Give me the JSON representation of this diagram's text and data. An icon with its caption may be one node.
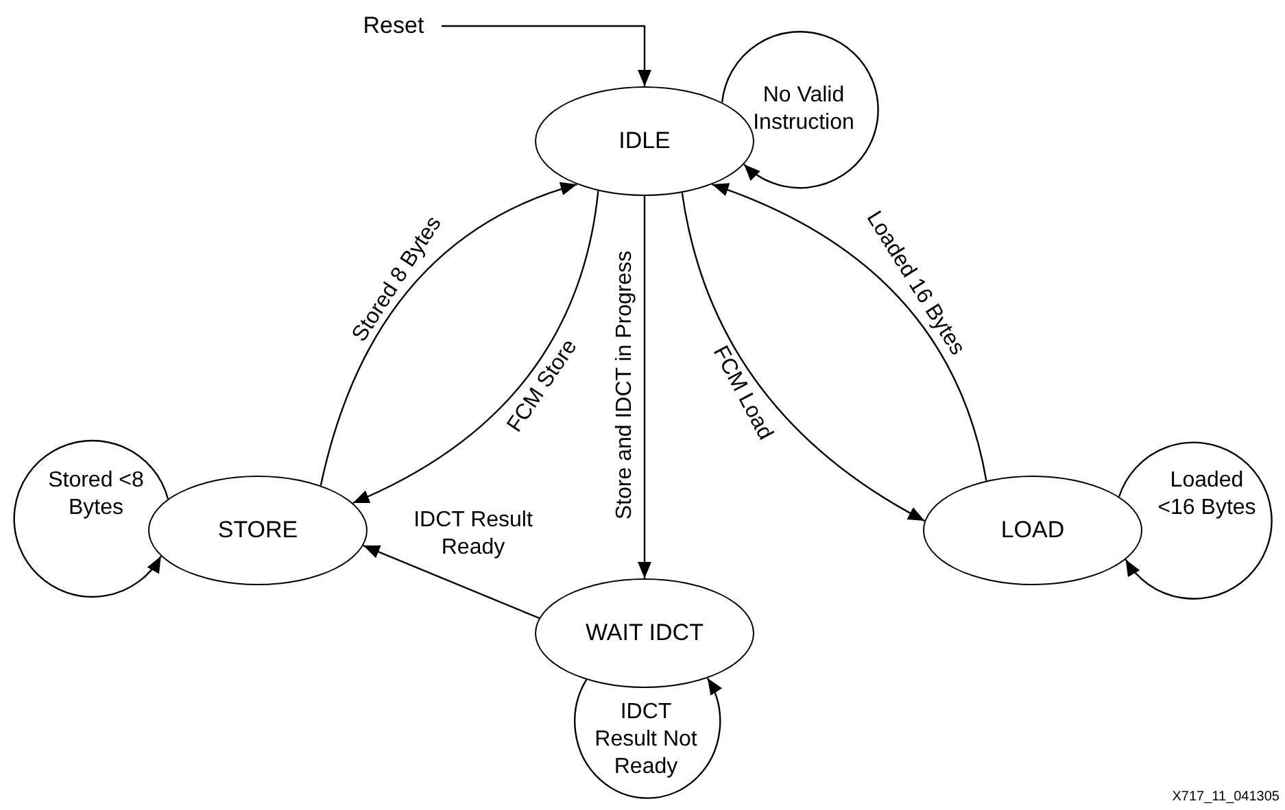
{
  "diagram": {
    "nodes": [
      {
        "text": [
          "IDLE"
        ]
      },
      {
        "text": [
          "STORE"
        ]
      },
      {
        "text": [
          "WAIT IDCT"
        ]
      },
      {
        "text": [
          "LOAD"
        ]
      },
      {
        "text": [
          "Reset"
        ]
      }
    ],
    "edges": [
      {
        "from": 4,
        "to": 0,
        "arrow": "to"
      },
      {
        "from": 0,
        "to": 0,
        "label": "No Valid Instruction",
        "arrow": "to"
      },
      {
        "from": 1,
        "to": 0,
        "label": "Stored 8 Bytes",
        "arrow": "to"
      },
      {
        "from": 0,
        "to": 1,
        "label": "FCM Store",
        "arrow": "to"
      },
      {
        "from": 0,
        "to": 2,
        "label": "Store and IDCT in Progress",
        "arrow": "to"
      },
      {
        "from": 0,
        "to": 3,
        "label": "FCM Load",
        "arrow": "to"
      },
      {
        "from": 3,
        "to": 0,
        "label": "Loaded 16 Bytes",
        "arrow": "to"
      },
      {
        "from": 1,
        "to": 1,
        "label": "Stored <8 Bytes",
        "arrow": "to"
      },
      {
        "from": 2,
        "to": 1,
        "label": "IDCT Result Ready",
        "arrow": "to"
      },
      {
        "from": 2,
        "to": 2,
        "label": "IDCT Result Not Ready",
        "arrow": "to"
      },
      {
        "from": 3,
        "to": 3,
        "label": "Loaded <16 Bytes",
        "arrow": "to"
      }
    ],
    "labels": [
      "X717_11_041305"
    ]
  }
}
